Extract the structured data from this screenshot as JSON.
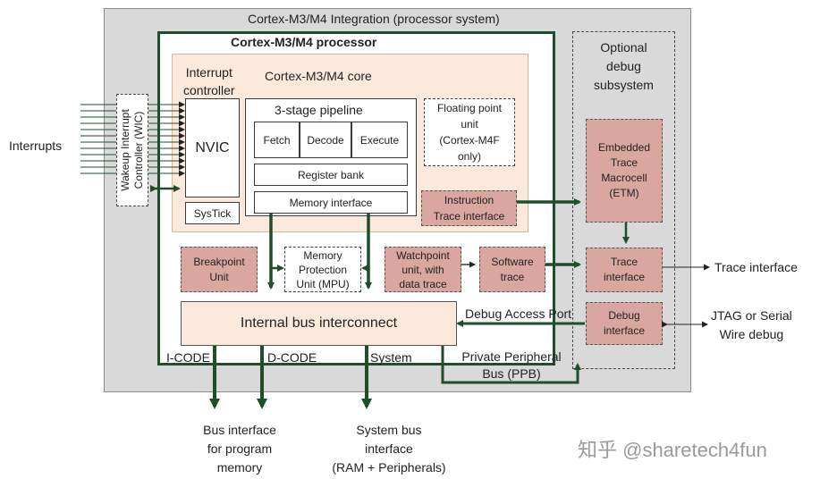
{
  "integration_label": "Cortex-M3/M4 Integration (processor system)",
  "processor_label": "Cortex-M3/M4 processor",
  "core_label": "Cortex-M3/M4 core",
  "interrupt_controller_label": "Interrupt\ncontroller",
  "nvic_label": "NVIC",
  "systick_label": "SysTick",
  "wic_label": "Wakeup Interrupt\nController (WIC)",
  "interrupts_label": "Interrupts",
  "pipeline": {
    "title": "3-stage pipeline",
    "stages": [
      "Fetch",
      "Decode",
      "Execute"
    ],
    "register_bank": "Register bank",
    "memory_interface": "Memory interface"
  },
  "fpu_label": "Floating point\nunit\n(Cortex-M4F\nonly)",
  "itm_label": "Instruction\nTrace interface",
  "debug_subsystem_label": "Optional\ndebug\nsubsystem",
  "etm_label": "Embedded\nTrace\nMacrocell\n(ETM)",
  "trace_interface_label": "Trace\ninterface",
  "debug_interface_label": "Debug\ninterface",
  "breakpoint_label": "Breakpoint\nUnit",
  "mpu_label": "Memory\nProtection\nUnit (MPU)",
  "watchpoint_label": "Watchpoint\nunit, with\ndata trace",
  "software_trace_label": "Software\ntrace",
  "bus_interconnect_label": "Internal bus interconnect",
  "dap_label": "Debug Access Port",
  "icode_label": "I-CODE",
  "dcode_label": "D-CODE",
  "system_label": "System",
  "ppb_label": "Private Peripheral\nBus (PPB)",
  "external_trace_label": "Trace interface",
  "jtag_label": "JTAG or Serial\nWire debug",
  "bus_program_label": "Bus interface\nfor program\nmemory",
  "system_bus_label": "System bus\ninterface\n(RAM + Peripherals)",
  "watermark": "知乎 @sharetech4fun",
  "colors": {
    "arrow": "#1f4e2a",
    "core_fill": "#fbe9dc",
    "debug_block_fill": "#d9a6a0",
    "outer_fill": "#d9d9d9"
  }
}
